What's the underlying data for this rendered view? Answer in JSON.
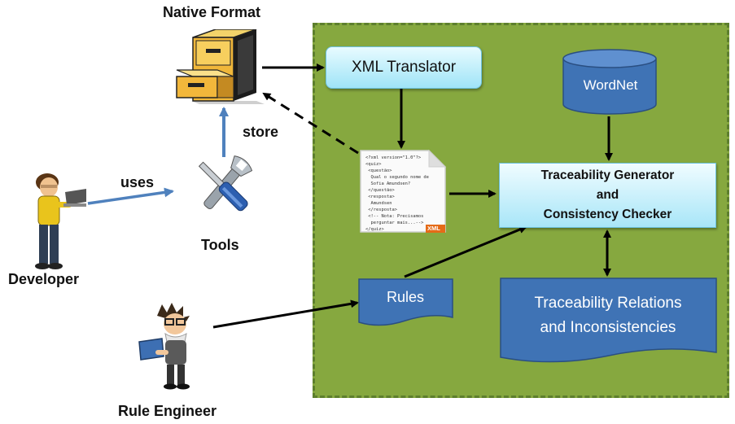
{
  "labels": {
    "native_format": "Native Format",
    "store": "store",
    "uses": "uses",
    "tools": "Tools",
    "developer": "Developer",
    "rule_engineer": "Rule Engineer"
  },
  "nodes": {
    "xml_translator": "XML Translator",
    "wordnet": "WordNet",
    "trace_line1": "Traceability Generator",
    "trace_line2": "and",
    "trace_line3": "Consistency Checker",
    "rules": "Rules",
    "relations_line1": "Traceability Relations",
    "relations_line2": "and Inconsistencies",
    "xml_badge": "XML",
    "xml_code": "<?xml version=\"1.0\"?>\n<quiz>\n <questão>\n  Qual o segundo nome de\n  Sofia Amundsen?\n </questão>\n <resposta>\n  Amundsen\n </resposta>\n <!-- Nota: Precisamos\n  perguntar mais...-->\n</quiz>"
  },
  "colors": {
    "panel": "#86a83f",
    "panel_border": "#5d7f2d",
    "doc_blue": "#3f73b5",
    "box_light": "#a8e6f8",
    "arrow_blue": "#4f81bd",
    "arrow_black": "#000000"
  },
  "icons": [
    "file-cabinet-icon",
    "tools-icon",
    "developer-icon",
    "rule-engineer-icon",
    "database-icon",
    "xml-document-icon"
  ]
}
